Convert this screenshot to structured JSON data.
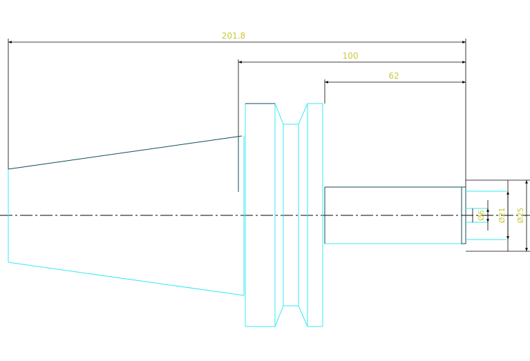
{
  "drawing": {
    "dimensions": {
      "overall_length": "201.8",
      "flange_to_end": "100",
      "shank_length": "62",
      "bore_diameter": "Ø6",
      "inner_diameter": "Ø21",
      "outer_diameter": "Ø25"
    },
    "colors": {
      "part_outline": "#35e8f2",
      "part_edge": "#0e4a5a",
      "dimension_text": "#c9c93a",
      "dimension_lines": "#000000",
      "background": "#ffffff"
    }
  }
}
